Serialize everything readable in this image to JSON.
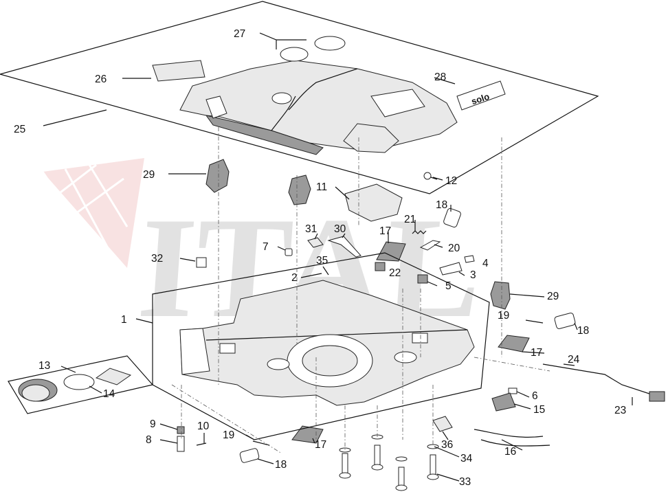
{
  "diagram": {
    "watermark_text": "ITAL",
    "callouts": [
      {
        "id": "c1",
        "text": "1"
      },
      {
        "id": "c2",
        "text": "2"
      },
      {
        "id": "c3",
        "text": "3"
      },
      {
        "id": "c4",
        "text": "4"
      },
      {
        "id": "c5",
        "text": "5"
      },
      {
        "id": "c6",
        "text": "6"
      },
      {
        "id": "c7",
        "text": "7"
      },
      {
        "id": "c8",
        "text": "8"
      },
      {
        "id": "c9",
        "text": "9"
      },
      {
        "id": "c10",
        "text": "10"
      },
      {
        "id": "c11",
        "text": "11"
      },
      {
        "id": "c12",
        "text": "12"
      },
      {
        "id": "c13",
        "text": "13"
      },
      {
        "id": "c14",
        "text": "14"
      },
      {
        "id": "c15",
        "text": "15"
      },
      {
        "id": "c16",
        "text": "16"
      },
      {
        "id": "c17a",
        "text": "17"
      },
      {
        "id": "c17b",
        "text": "17"
      },
      {
        "id": "c17c",
        "text": "17"
      },
      {
        "id": "c18a",
        "text": "18"
      },
      {
        "id": "c18b",
        "text": "18"
      },
      {
        "id": "c18c",
        "text": "18"
      },
      {
        "id": "c19a",
        "text": "19"
      },
      {
        "id": "c19b",
        "text": "19"
      },
      {
        "id": "c20",
        "text": "20"
      },
      {
        "id": "c21",
        "text": "21"
      },
      {
        "id": "c22",
        "text": "22"
      },
      {
        "id": "c23",
        "text": "23"
      },
      {
        "id": "c24",
        "text": "24"
      },
      {
        "id": "c25",
        "text": "25"
      },
      {
        "id": "c26",
        "text": "26"
      },
      {
        "id": "c27",
        "text": "27"
      },
      {
        "id": "c28",
        "text": "28"
      },
      {
        "id": "c29a",
        "text": "29"
      },
      {
        "id": "c29b",
        "text": "29"
      },
      {
        "id": "c30",
        "text": "30"
      },
      {
        "id": "c31",
        "text": "31"
      },
      {
        "id": "c32",
        "text": "32"
      },
      {
        "id": "c33",
        "text": "33"
      },
      {
        "id": "c34",
        "text": "34"
      },
      {
        "id": "c35",
        "text": "35"
      },
      {
        "id": "c36",
        "text": "36"
      }
    ],
    "decal_text": "solo"
  }
}
